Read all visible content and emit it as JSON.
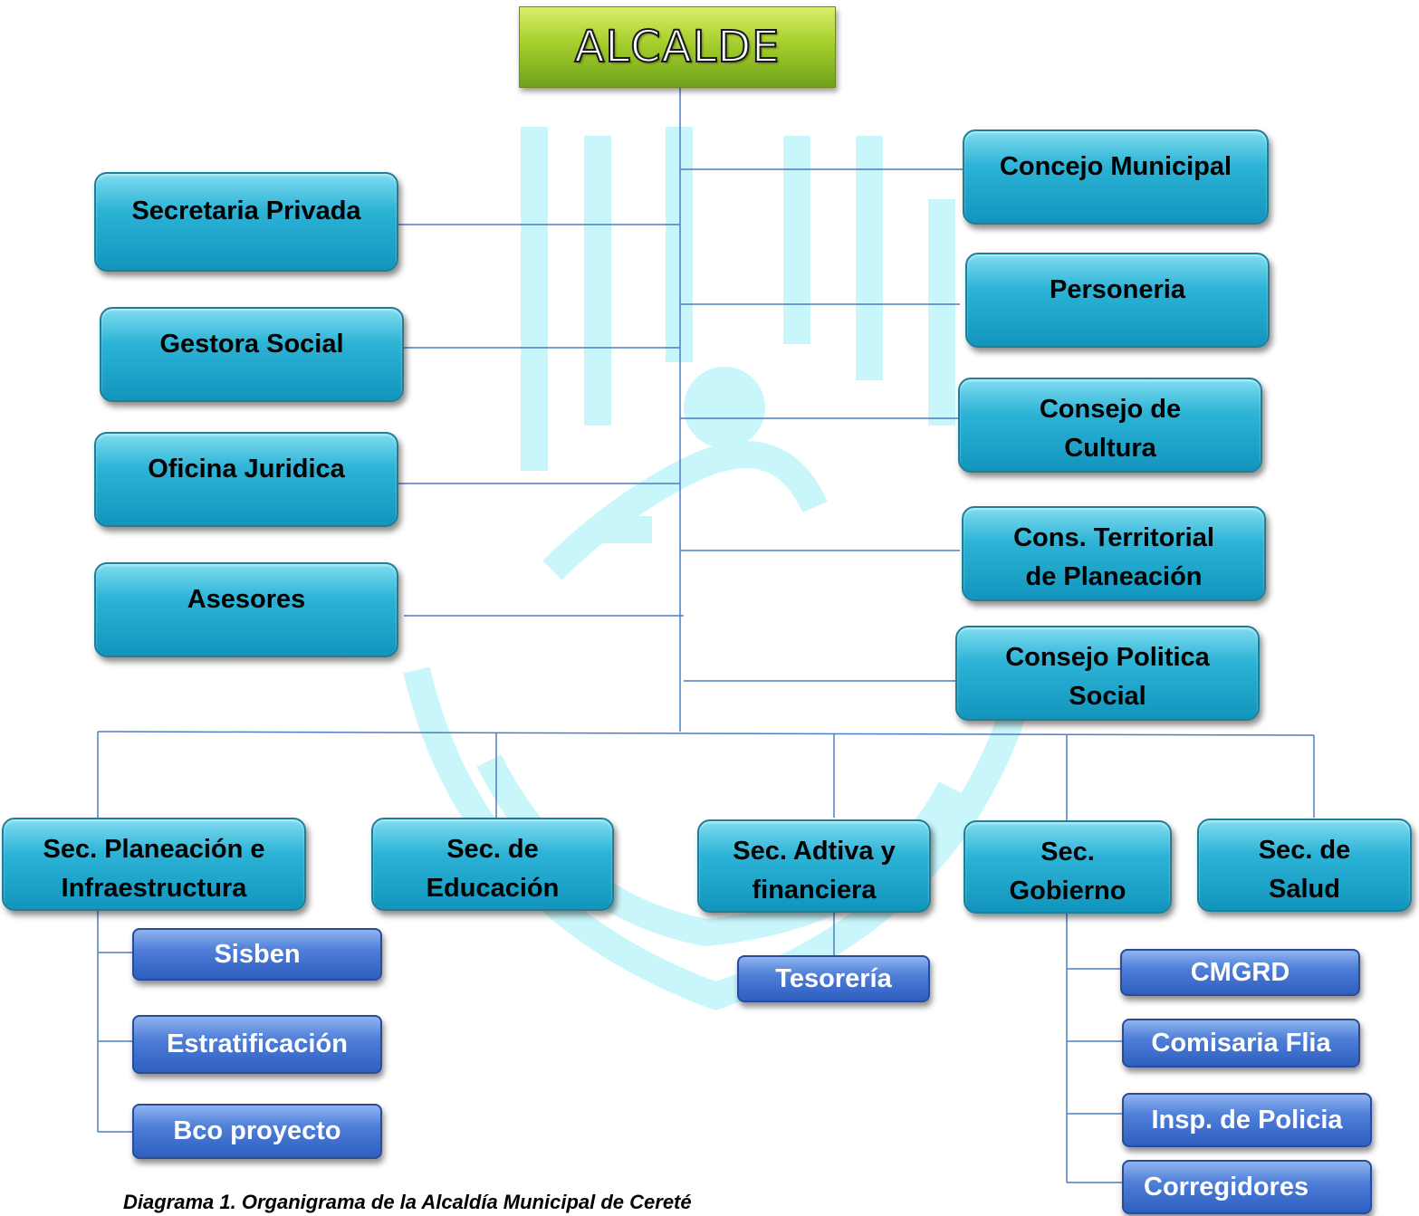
{
  "top": {
    "label": "ALCALDE"
  },
  "left_offices": [
    {
      "label": "Secretaria Privada"
    },
    {
      "label": "Gestora Social"
    },
    {
      "label": "Oficina Juridica"
    },
    {
      "label": "Asesores"
    }
  ],
  "right_offices": [
    {
      "label": "Concejo Municipal"
    },
    {
      "label": "Personeria"
    },
    {
      "line1": "Consejo de",
      "line2": "Cultura"
    },
    {
      "line1": "Cons. Territorial",
      "line2": "de Planeación"
    },
    {
      "line1": "Consejo Politica",
      "line2": "Social"
    }
  ],
  "secretariats": [
    {
      "line1": "Sec. Planeación e",
      "line2": "Infraestructura",
      "units": [
        "Sisben",
        "Estratificación",
        "Bco proyecto"
      ]
    },
    {
      "line1": "Sec. de",
      "line2": "Educación",
      "units": []
    },
    {
      "line1": "Sec. Adtiva y",
      "line2": "financiera",
      "units": [
        "Tesorería"
      ]
    },
    {
      "line1": "Sec.",
      "line2": "Gobierno",
      "units": [
        "CMGRD",
        "Comisaria Flia",
        "Insp. de Policia",
        "Corregidores"
      ]
    },
    {
      "line1": "Sec. de",
      "line2": "Salud",
      "units": []
    }
  ],
  "caption": "Diagrama 1. Organigrama de la Alcaldía Municipal de Cereté"
}
